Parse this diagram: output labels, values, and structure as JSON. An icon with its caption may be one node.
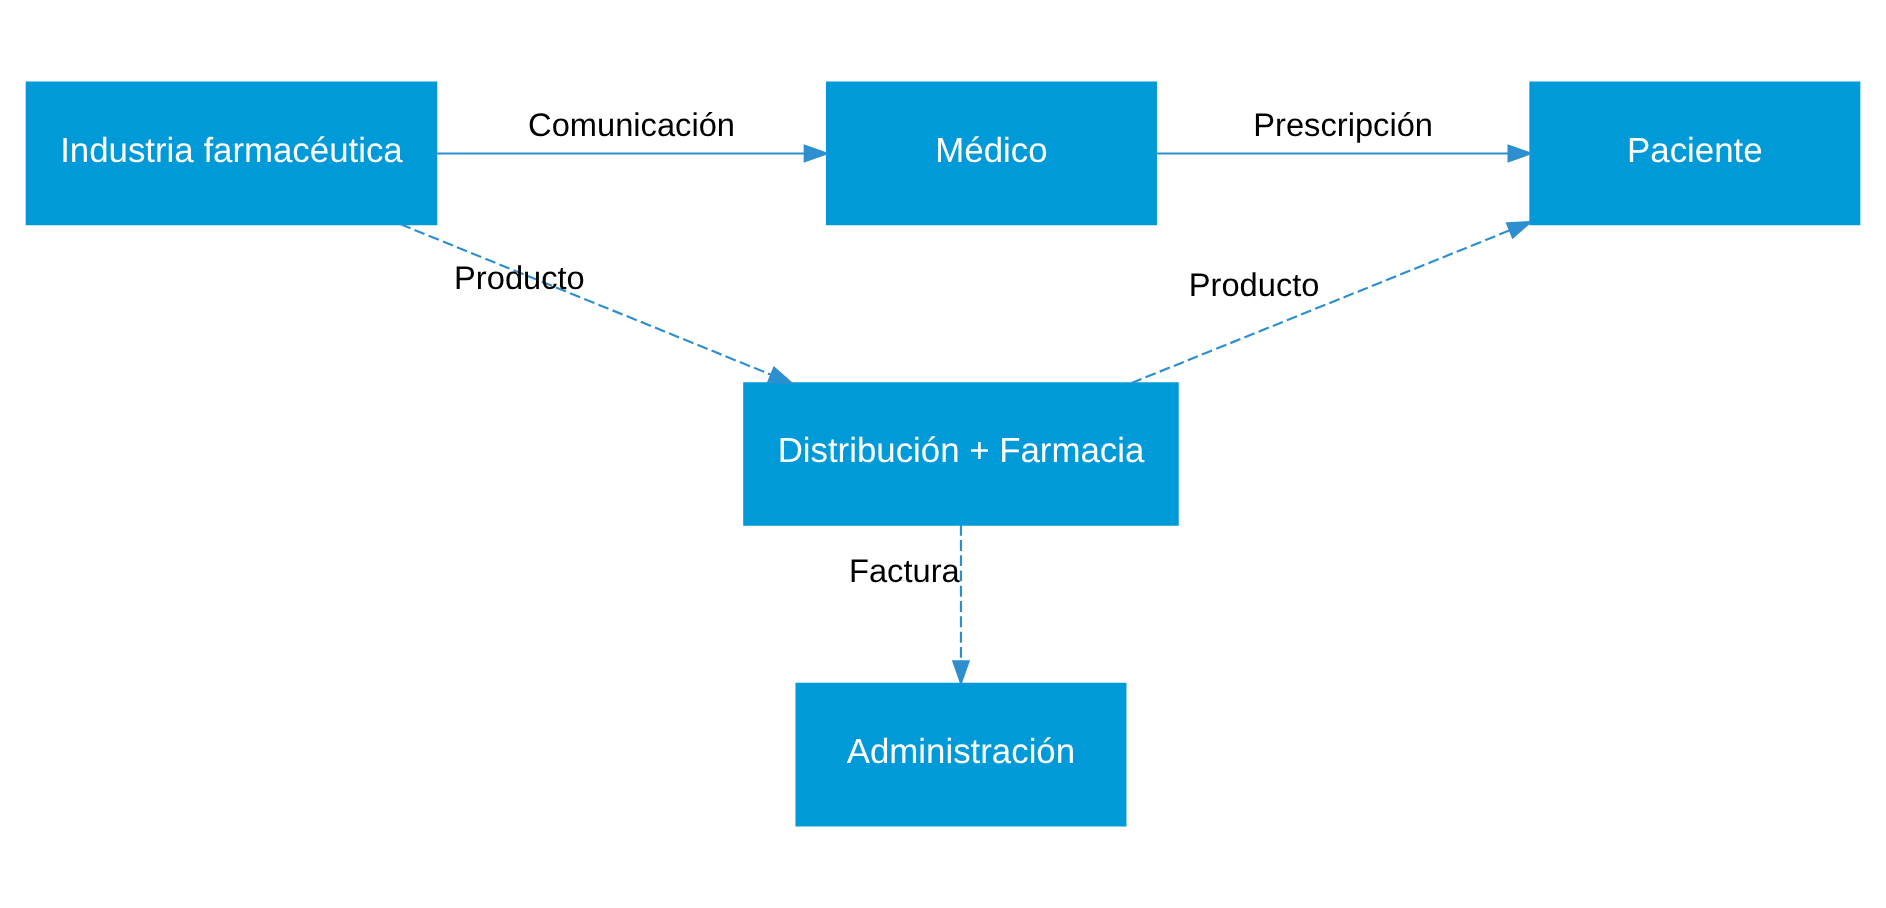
{
  "diagram": {
    "nodes": [
      {
        "text": [
          "Industria farmacéutica"
        ]
      },
      {
        "text": [
          "Médico"
        ]
      },
      {
        "text": [
          "Paciente"
        ]
      },
      {
        "text": [
          "Distribución + Farmacia"
        ]
      },
      {
        "text": [
          "Administración"
        ]
      }
    ],
    "edges": [
      {
        "from": 0,
        "to": 1,
        "arrow": "to",
        "label": "Comunicación"
      },
      {
        "from": 1,
        "to": 2,
        "arrow": "to",
        "label": "Prescripción"
      },
      {
        "from": 0,
        "to": 3,
        "arrow": "to",
        "label": "Producto",
        "style": "dashed"
      },
      {
        "from": 3,
        "to": 2,
        "arrow": "to",
        "label": "Producto",
        "style": "dashed"
      },
      {
        "from": 3,
        "to": 4,
        "arrow": "to",
        "label": "Factura",
        "style": "dashed"
      }
    ]
  }
}
